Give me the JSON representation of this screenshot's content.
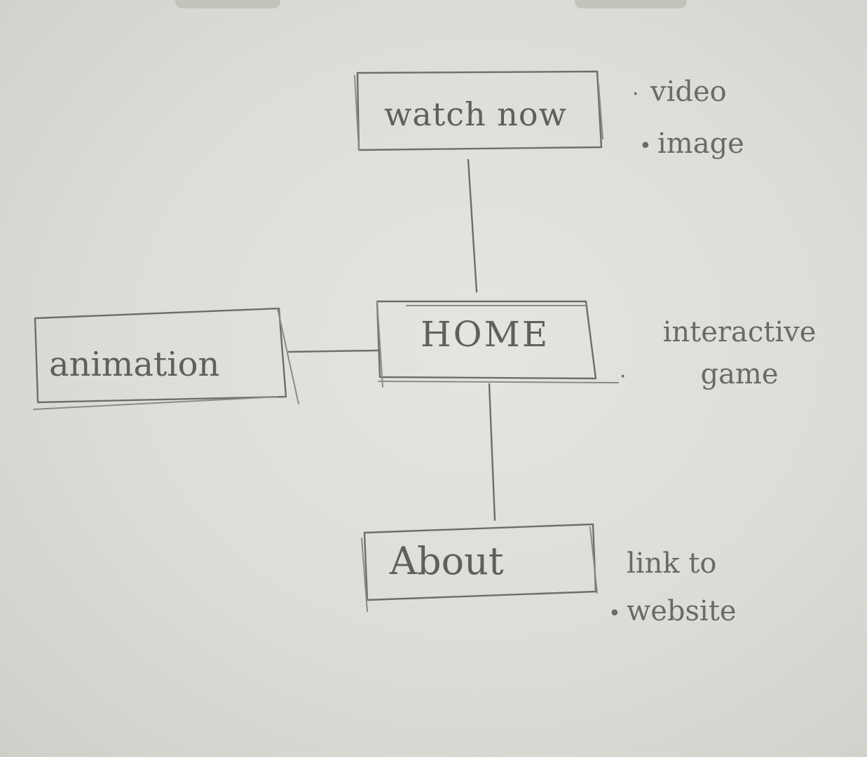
{
  "diagram": {
    "nodes": {
      "watch_now": {
        "label": "watch now"
      },
      "home": {
        "label": "HOME"
      },
      "animation": {
        "label": "animation"
      },
      "about": {
        "label": "About"
      }
    },
    "edges": [
      {
        "from": "home",
        "to": "watch_now"
      },
      {
        "from": "home",
        "to": "animation"
      },
      {
        "from": "home",
        "to": "about"
      }
    ],
    "notes": {
      "watch_now": [
        "video",
        "image"
      ],
      "home": [
        "interactive game"
      ],
      "about": [
        "link to website"
      ]
    }
  }
}
